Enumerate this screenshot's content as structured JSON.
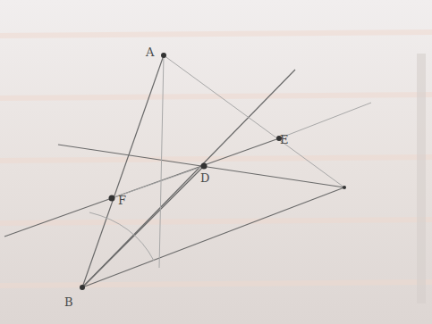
{
  "diagram": {
    "labels": [
      "A",
      "E",
      "D",
      "F",
      "B"
    ]
  }
}
